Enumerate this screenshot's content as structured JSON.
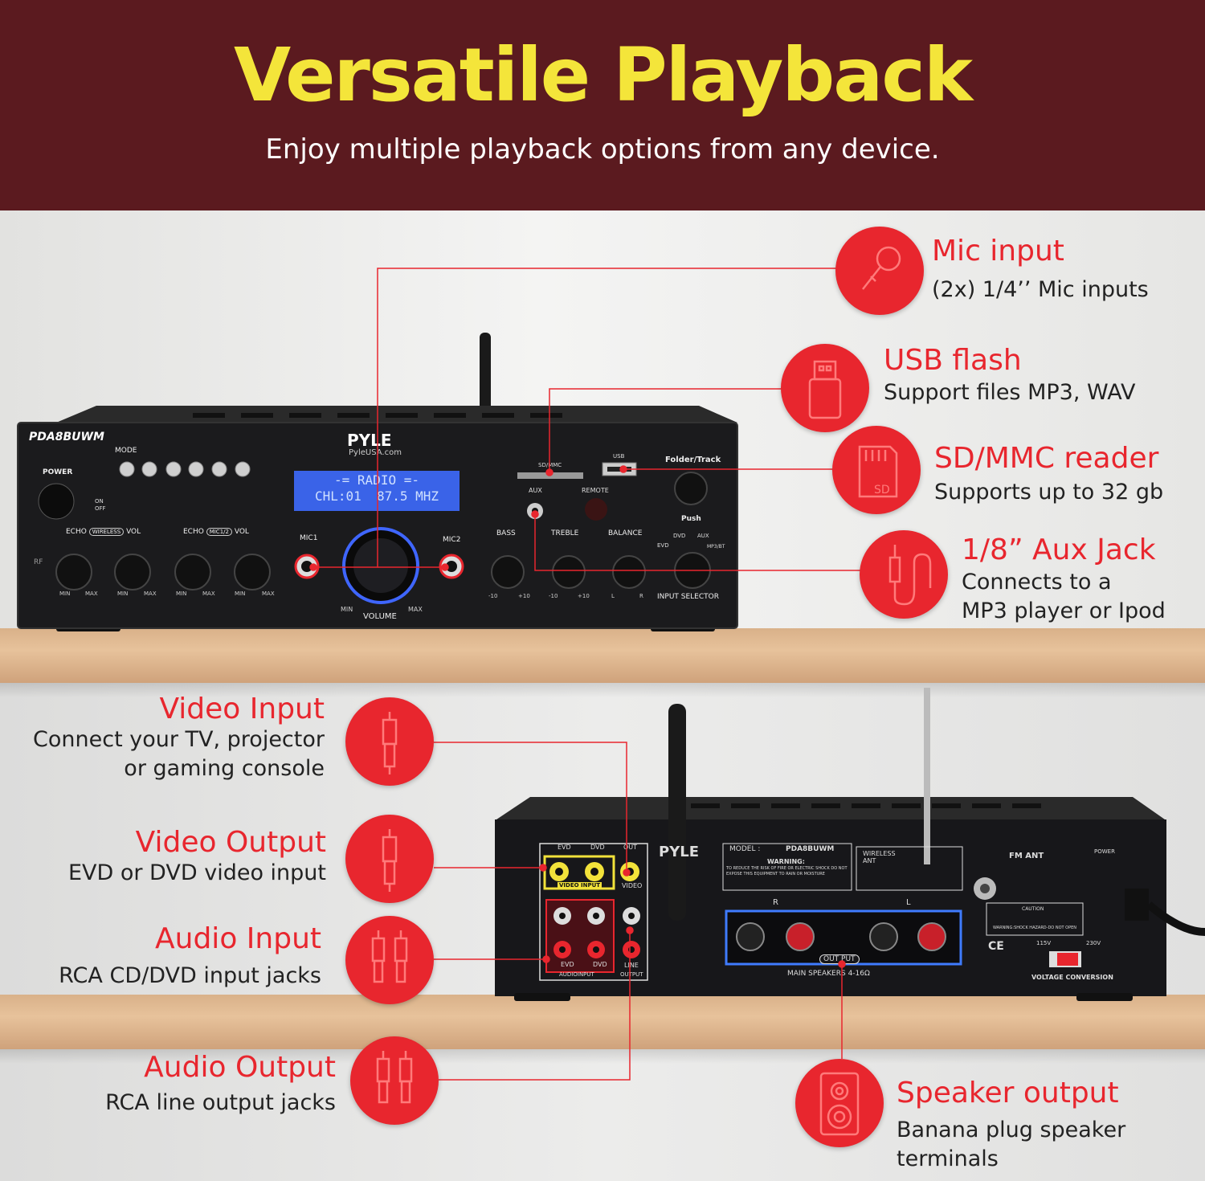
{
  "header": {
    "title": "Versatile Playback",
    "subtitle": "Enjoy multiple playback options from any device."
  },
  "front_panel": {
    "model": "PDA8BUWM",
    "brand": "PYLE",
    "brand_url": "PyleUSA.com",
    "power": "POWER",
    "on": "ON",
    "off": "OFF",
    "mode": "MODE",
    "display_line1": "-= RADIO =-",
    "display_line2": "CHL:01  87.5 MHZ",
    "sd_mmc": "SD/MMC",
    "usb": "USB",
    "folder_track": "Folder/Track",
    "push": "Push",
    "aux": "AUX",
    "remote": "REMOTE",
    "rf": "RF",
    "echo_wireless": "ECHO",
    "wireless": "WIRELESS",
    "vol": "VOL",
    "echo_mic": "ECHO",
    "mic12": "MIC1/2",
    "vol2": "VOL",
    "mic1": "MIC1",
    "mic2": "MIC2",
    "volume": "VOLUME",
    "min": "MIN",
    "max": "MAX",
    "bass": "BASS",
    "treble": "TREBLE",
    "balance": "BALANCE",
    "dvd": "DVD",
    "aux2": "AUX",
    "evd": "EVD",
    "mp3bt": "MP3/BT",
    "input_selector": "INPUT SELECTOR",
    "minus10": "-10",
    "plus10": "+10",
    "l": "L",
    "r": "R"
  },
  "rear_panel": {
    "model_label": "MODEL :",
    "model": "PDA8BUWM",
    "warning": "WARNING:",
    "warning_text": "TO REDUCE THE RISK OF FIRE OR ELECTRIC SHOCK DO NOT EXPOSE THIS EQUIPMENT TO RAIN OR MOISTURE",
    "wireless_ant": "WIRELESS ANT",
    "fm_ant": "FM ANT",
    "power": "POWER",
    "evd": "EVD",
    "dvd": "DVD",
    "out": "OUT",
    "video_input": "VIDEO INPUT",
    "video": "VIDEO",
    "audio_input": "AUDIOINPUT",
    "output": "OUTPUT",
    "line": "LINE",
    "r": "R",
    "l": "L",
    "out_put": "OUT PUT",
    "main_speakers": "MAIN SPEAKERS 4-16Ω",
    "caution": "CAUTION",
    "shock_warning": "WARNING:SHOCK HAZARD-DO NOT OPEN",
    "v115": "115V",
    "v230": "230V",
    "voltage_conversion": "VOLTAGE CONVERSION",
    "ce": "CE"
  },
  "callouts": {
    "mic": {
      "title": "Mic input",
      "desc": [
        "(2x) 1/4’’ Mic inputs"
      ],
      "icon": "microphone-icon"
    },
    "usb": {
      "title": "USB flash",
      "desc": [
        "Support files MP3, WAV"
      ],
      "icon": "usb-drive-icon"
    },
    "sd": {
      "title": "SD/MMC reader",
      "desc": [
        "Supports up to 32 gb"
      ],
      "icon": "sd-card-icon"
    },
    "aux": {
      "title": "1/8” Aux Jack",
      "desc": [
        "Connects to a",
        "MP3 player or Ipod"
      ],
      "icon": "aux-cable-icon"
    },
    "video_in": {
      "title": "Video Input",
      "desc": [
        "Connect your TV, projector",
        "or gaming console"
      ],
      "icon": "rca-plug-icon"
    },
    "video_out": {
      "title": "Video Output",
      "desc": [
        "EVD or DVD video input"
      ],
      "icon": "rca-plug-icon"
    },
    "audio_in": {
      "title": "Audio Input",
      "desc": [
        "RCA CD/DVD input jacks"
      ],
      "icon": "dual-rca-plug-icon"
    },
    "audio_out": {
      "title": "Audio Output",
      "desc": [
        "RCA line output jacks"
      ],
      "icon": "dual-rca-plug-icon"
    },
    "speaker": {
      "title": "Speaker output",
      "desc": [
        "Banana plug speaker",
        "terminals"
      ],
      "icon": "speaker-icon"
    }
  },
  "colors": {
    "accent": "#e8262e",
    "header_bg": "#5b1a1f",
    "title": "#f4e53a",
    "display": "#3a63e8"
  }
}
